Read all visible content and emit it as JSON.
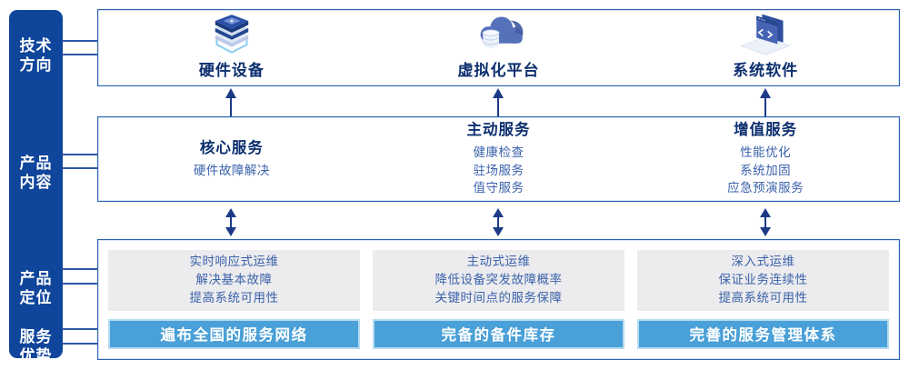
{
  "sidebar": {
    "items": [
      {
        "label": "技术方向",
        "lines": [
          "技术",
          "方向"
        ]
      },
      {
        "label": "产品内容",
        "lines": [
          "产品",
          "内容"
        ]
      },
      {
        "label": "产品定位",
        "lines": [
          "产品",
          "定位"
        ]
      },
      {
        "label": "服务优势",
        "lines": [
          "服务",
          "优势"
        ]
      }
    ]
  },
  "tech": {
    "items": [
      {
        "label": "硬件设备",
        "icon": "server-stack-icon"
      },
      {
        "label": "虚拟化平台",
        "icon": "cloud-database-icon"
      },
      {
        "label": "系统软件",
        "icon": "code-window-icon"
      }
    ]
  },
  "content": {
    "columns": [
      {
        "title": "核心服务",
        "items": [
          "硬件故障解决"
        ]
      },
      {
        "title": "主动服务",
        "items": [
          "健康检查",
          "驻场服务",
          "值守服务"
        ]
      },
      {
        "title": "增值服务",
        "items": [
          "性能优化",
          "系统加固",
          "应急预演服务"
        ]
      }
    ]
  },
  "position": {
    "columns": [
      {
        "lines": [
          "实时响应式运维",
          "解决基本故障",
          "提高系统可用性"
        ],
        "banner": "遍布全国的服务网络"
      },
      {
        "lines": [
          "主动式运维",
          "降低设备突发故障概率",
          "关键时间点的服务保障"
        ],
        "banner": "完备的备件库存"
      },
      {
        "lines": [
          "深入式运维",
          "保证业务连续性",
          "提高系统可用性"
        ],
        "banner": "完善的服务管理体系"
      }
    ]
  },
  "colors": {
    "rail_blue": "#0f459b",
    "box_border_blue": "#2d63af",
    "title_navy": "#0d2f6f",
    "item_blue": "#3b62ab",
    "card_gray": "#ececee",
    "banner_blue": "#4aa0d8",
    "banner_halo": "#b5dbf2",
    "arrow_navy": "#1b3a86"
  }
}
